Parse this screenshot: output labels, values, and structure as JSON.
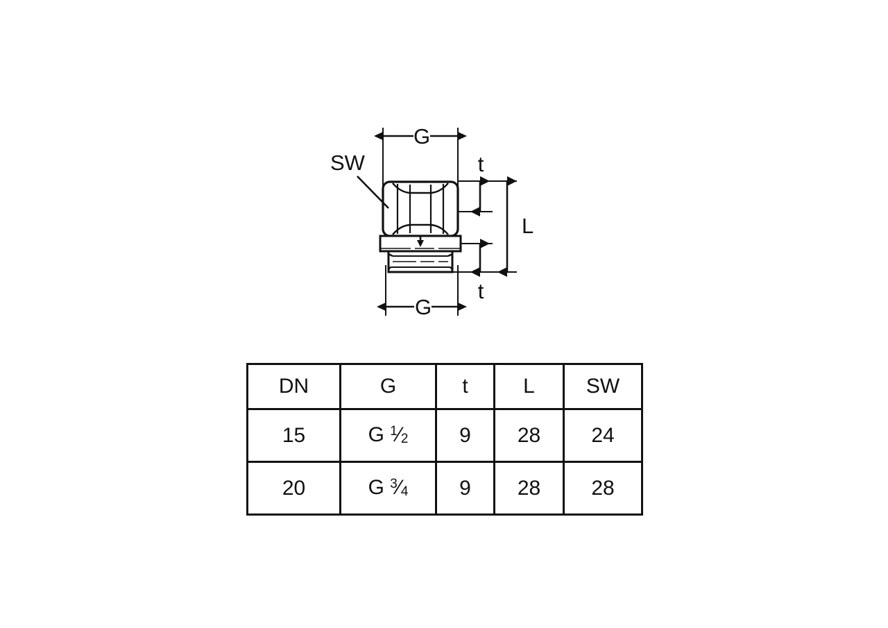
{
  "drawing": {
    "title": "Threaded adaptor fitting dimension drawing",
    "labels": {
      "top_g": "G",
      "bottom_g": "G",
      "sw": "SW",
      "t_top": "t",
      "t_bottom": "t",
      "l": "L"
    }
  },
  "table": {
    "headers": [
      "DN",
      "G",
      "t",
      "L",
      "SW"
    ],
    "rows": [
      {
        "dn": "15",
        "g_prefix": "G",
        "g_numerator": "1",
        "g_denominator": "2",
        "t": "9",
        "l": "28",
        "sw": "24"
      },
      {
        "dn": "20",
        "g_prefix": "G",
        "g_numerator": "3",
        "g_denominator": "4",
        "t": "9",
        "l": "28",
        "sw": "28"
      }
    ]
  },
  "colors": {
    "line": "#111111",
    "background": "#ffffff"
  }
}
